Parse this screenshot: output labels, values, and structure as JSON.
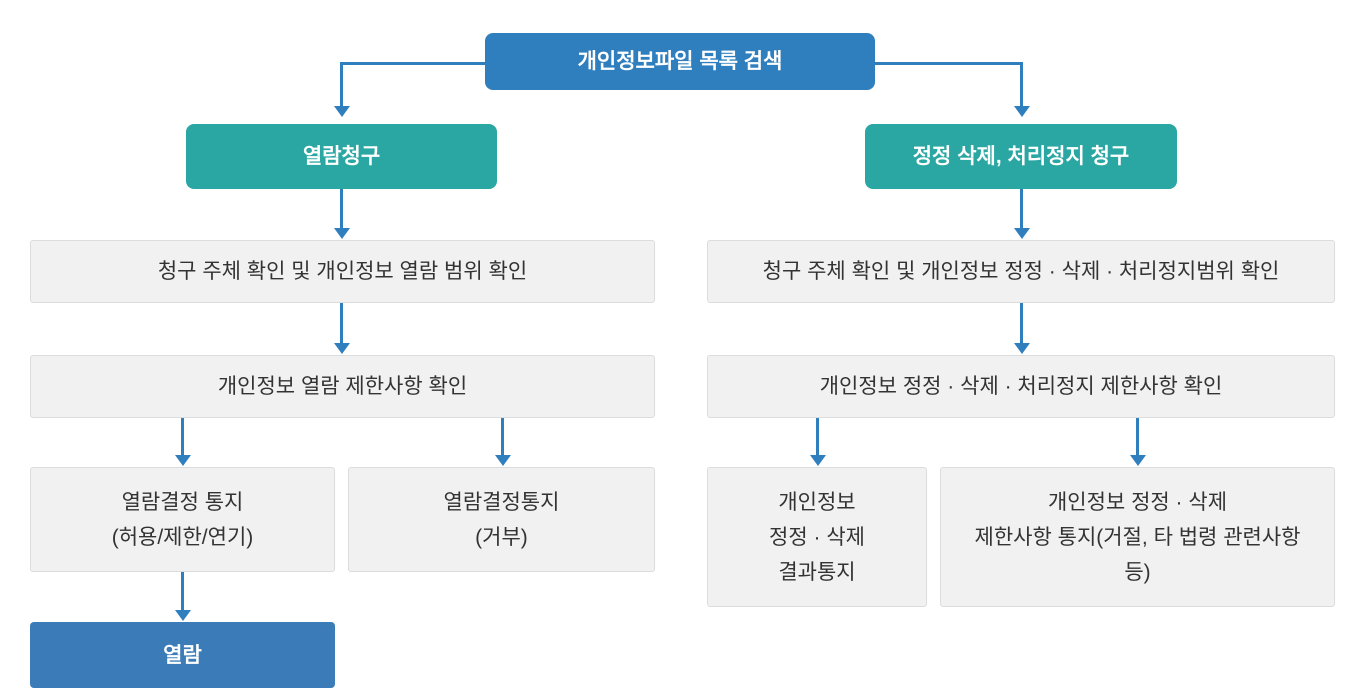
{
  "root": {
    "label": "개인정보파일 목록 검색"
  },
  "left": {
    "header": "열람청구",
    "step1": "청구 주체 확인 및 개인정보 열람 범위 확인",
    "step2": "개인정보 열람 제한사항 확인",
    "outcome1": "열람결정 통지\n(허용/제한/연기)",
    "outcome2": "열람결정통지\n(거부)",
    "final": "열람"
  },
  "right": {
    "header": "정정 삭제, 처리정지 청구",
    "step1": "청구 주체 확인 및 개인정보 정정 · 삭제 · 처리정지범위 확인",
    "step2": "개인정보 정정 · 삭제 · 처리정지 제한사항 확인",
    "outcome1": "개인정보\n정정 · 삭제\n결과통지",
    "outcome2": "개인정보 정정 · 삭제\n제한사항 통지(거절, 타 법령 관련사항\n등)"
  },
  "colors": {
    "primary_blue": "#2f7fbe",
    "teal": "#2aa7a3",
    "final_blue": "#3b7cb8",
    "gray_box_bg": "#f1f1f2",
    "gray_box_border": "#dcdcdc",
    "gray_box_text": "#333333",
    "arrow": "#2f7fbe"
  }
}
